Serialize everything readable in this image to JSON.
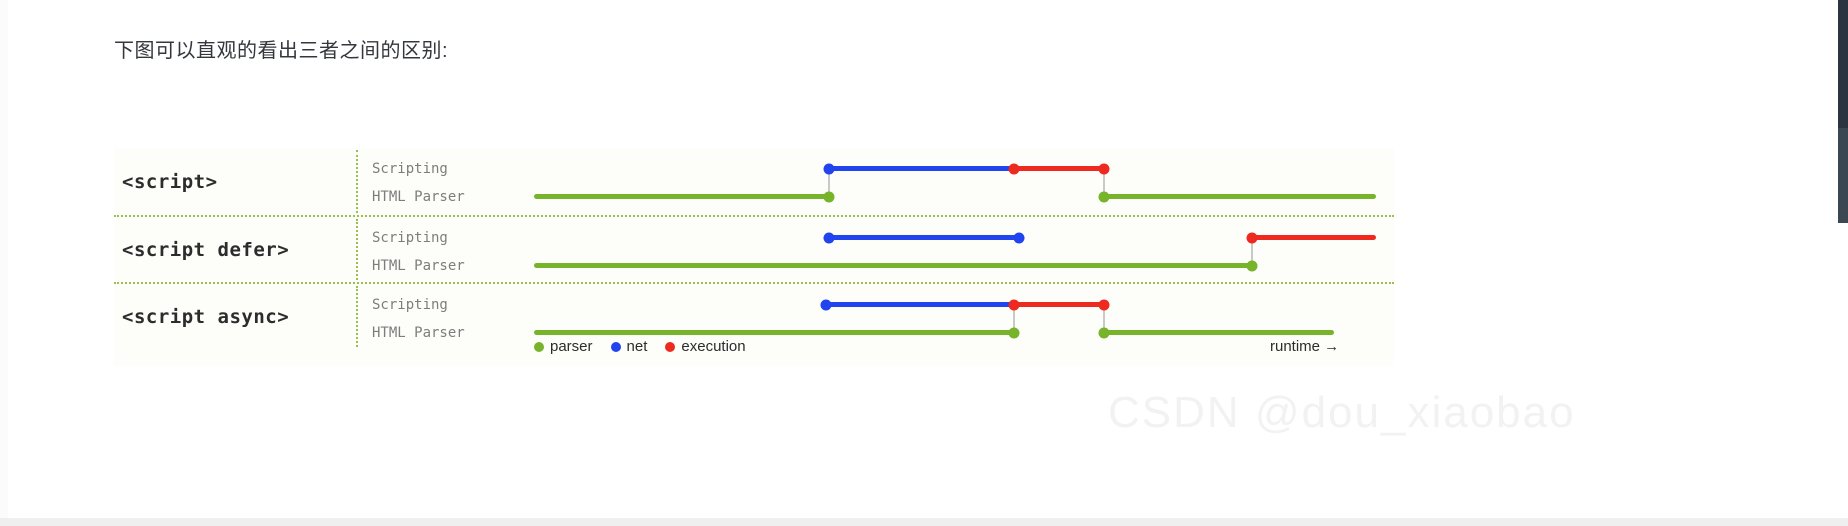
{
  "heading": "下图可以直观的看出三者之间的区别:",
  "diagram": {
    "track_labels": {
      "scripting": "Scripting",
      "parser": "HTML Parser"
    },
    "rows": [
      {
        "label": "<script>"
      },
      {
        "label": "<script defer>"
      },
      {
        "label": "<script async>"
      }
    ]
  },
  "legend": {
    "items": [
      {
        "label": "parser",
        "color": "#77b32b"
      },
      {
        "label": "net",
        "color": "#2244ee"
      },
      {
        "label": "execution",
        "color": "#ee2a20"
      }
    ],
    "axis_label": "runtime →"
  },
  "watermark": "CSDN @dou_xiaobao",
  "chart_data": {
    "type": "timeline",
    "title": "Script loading strategies timeline",
    "xlabel": "runtime",
    "x_range": [
      0,
      840
    ],
    "series_colors": {
      "parser": "#77b32b",
      "net": "#2244ee",
      "execution": "#ee2a20"
    },
    "rows": [
      {
        "name": "<script>",
        "tracks": [
          {
            "name": "Scripting",
            "segments": [
              {
                "type": "net",
                "start": 295,
                "end": 480
              },
              {
                "type": "execution",
                "start": 480,
                "end": 570
              }
            ]
          },
          {
            "name": "HTML Parser",
            "segments": [
              {
                "type": "parser",
                "start": 0,
                "end": 295
              },
              {
                "type": "parser",
                "start": 570,
                "end": 840
              }
            ]
          }
        ],
        "connectors": [
          {
            "x": 295,
            "from": "parser",
            "to": "net"
          },
          {
            "x": 570,
            "from": "execution",
            "to": "parser"
          }
        ]
      },
      {
        "name": "<script defer>",
        "tracks": [
          {
            "name": "Scripting",
            "segments": [
              {
                "type": "net",
                "start": 295,
                "end": 485
              },
              {
                "type": "execution",
                "start": 715,
                "end": 840
              }
            ]
          },
          {
            "name": "HTML Parser",
            "segments": [
              {
                "type": "parser",
                "start": 0,
                "end": 718
              }
            ]
          }
        ],
        "connectors": [
          {
            "x": 718,
            "from": "parser",
            "to": "execution"
          }
        ]
      },
      {
        "name": "<script async>",
        "tracks": [
          {
            "name": "Scripting",
            "segments": [
              {
                "type": "net",
                "start": 292,
                "end": 480
              },
              {
                "type": "execution",
                "start": 480,
                "end": 570
              }
            ]
          },
          {
            "name": "HTML Parser",
            "segments": [
              {
                "type": "parser",
                "start": 0,
                "end": 480
              },
              {
                "type": "parser",
                "start": 570,
                "end": 800
              }
            ]
          }
        ],
        "connectors": [
          {
            "x": 480,
            "from": "net",
            "to": "parser"
          },
          {
            "x": 570,
            "from": "execution",
            "to": "parser"
          }
        ]
      }
    ]
  }
}
